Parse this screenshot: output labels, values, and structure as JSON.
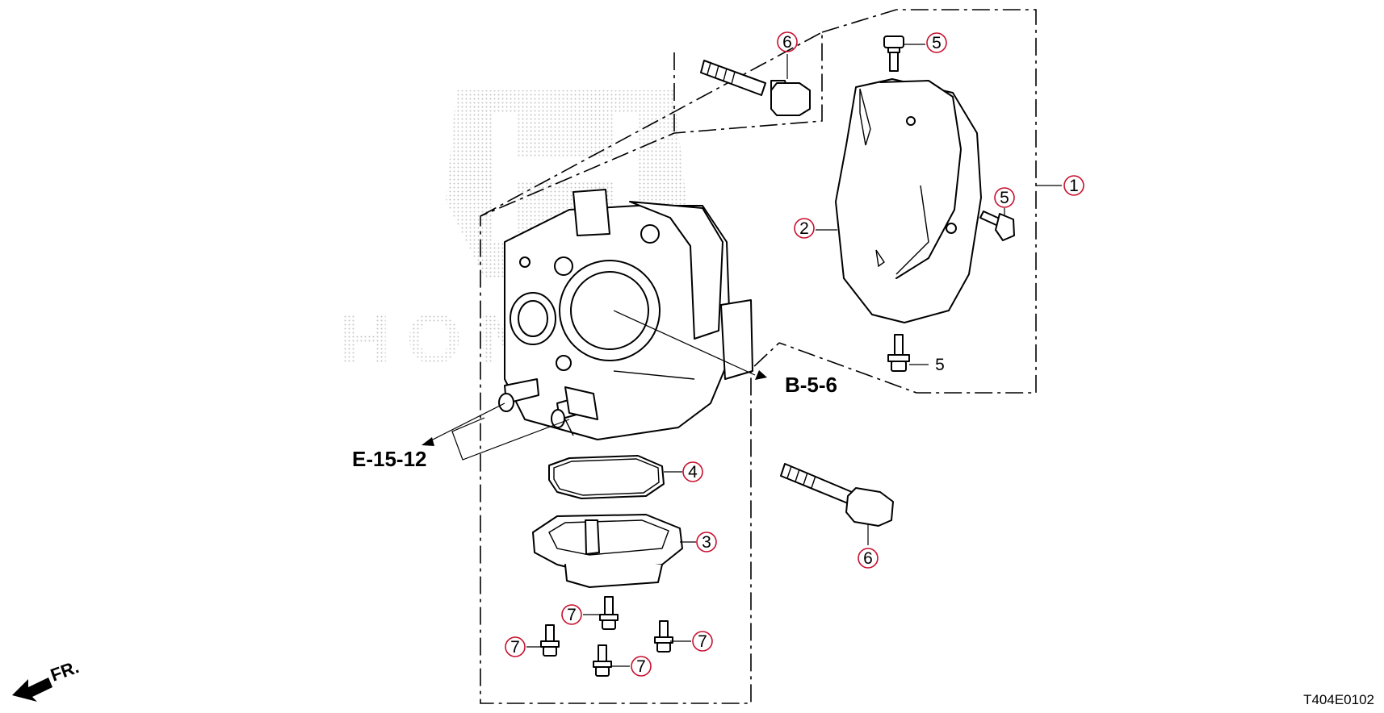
{
  "diagram": {
    "watermark_text": "HONDA",
    "drawing_code": "T404E0102",
    "front_indicator": "FR.",
    "references": [
      {
        "id": "ref-b-5-6",
        "label": "B-5-6"
      },
      {
        "id": "ref-e-15-12",
        "label": "E-15-12"
      }
    ],
    "callouts": [
      {
        "id": "c1",
        "number": "1",
        "circled": true
      },
      {
        "id": "c2",
        "number": "2",
        "circled": true
      },
      {
        "id": "c3",
        "number": "3",
        "circled": true
      },
      {
        "id": "c4",
        "number": "4",
        "circled": true
      },
      {
        "id": "c5a",
        "number": "5",
        "circled": true
      },
      {
        "id": "c5b",
        "number": "5",
        "circled": true
      },
      {
        "id": "c5c",
        "number": "5",
        "circled": false
      },
      {
        "id": "c6a",
        "number": "6",
        "circled": true
      },
      {
        "id": "c6b",
        "number": "6",
        "circled": true
      },
      {
        "id": "c7a",
        "number": "7",
        "circled": true
      },
      {
        "id": "c7b",
        "number": "7",
        "circled": true
      },
      {
        "id": "c7c",
        "number": "7",
        "circled": true
      },
      {
        "id": "c7d",
        "number": "7",
        "circled": true
      }
    ],
    "colors": {
      "line": "#000000",
      "callout_ring": "#c8102e",
      "watermark": "#d9d9d9"
    }
  }
}
